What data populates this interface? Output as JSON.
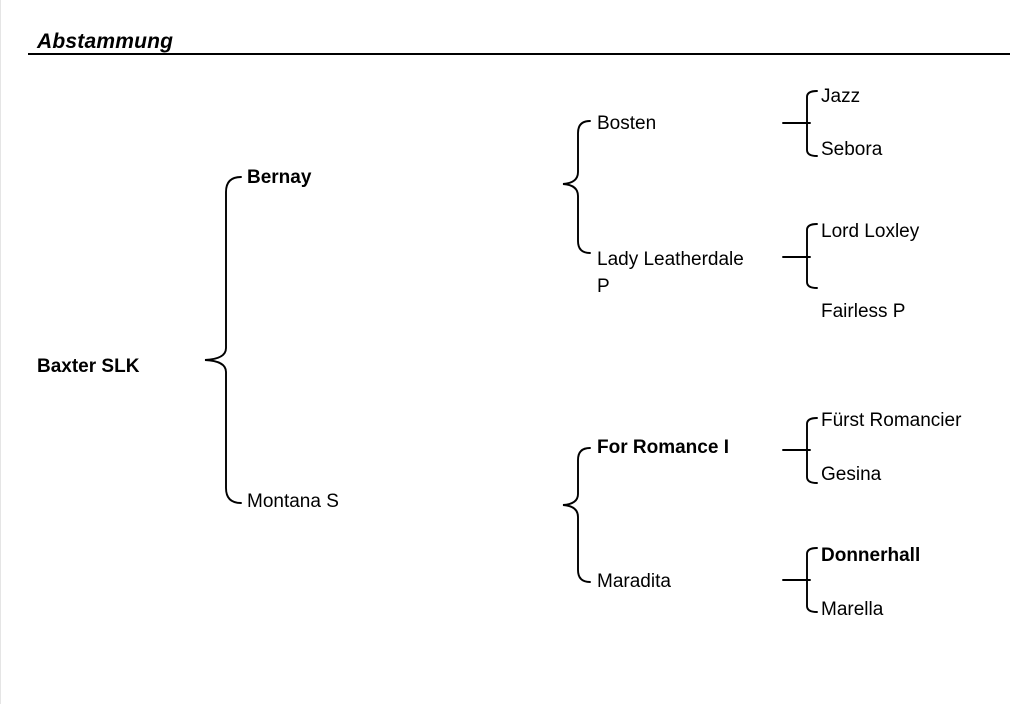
{
  "header": {
    "title": "Abstammung"
  },
  "pedigree": {
    "subject": {
      "name": "Baxter SLK"
    },
    "parents": [
      {
        "name": "Bernay"
      },
      {
        "name": "Montana S"
      }
    ],
    "grandparents": [
      {
        "name": "Bosten"
      },
      {
        "name": "Lady Leatherdale P"
      },
      {
        "name": "For Romance I"
      },
      {
        "name": "Maradita"
      }
    ],
    "great_grandparents": [
      {
        "name": "Jazz"
      },
      {
        "name": "Sebora"
      },
      {
        "name": "Lord Loxley"
      },
      {
        "name": "Fairless P"
      },
      {
        "name": "Fürst Romancier"
      },
      {
        "name": "Gesina"
      },
      {
        "name": "Donnerhall"
      },
      {
        "name": "Marella"
      }
    ],
    "colors": {
      "line": "#000000",
      "text": "#000000",
      "background": "#ffffff"
    }
  }
}
